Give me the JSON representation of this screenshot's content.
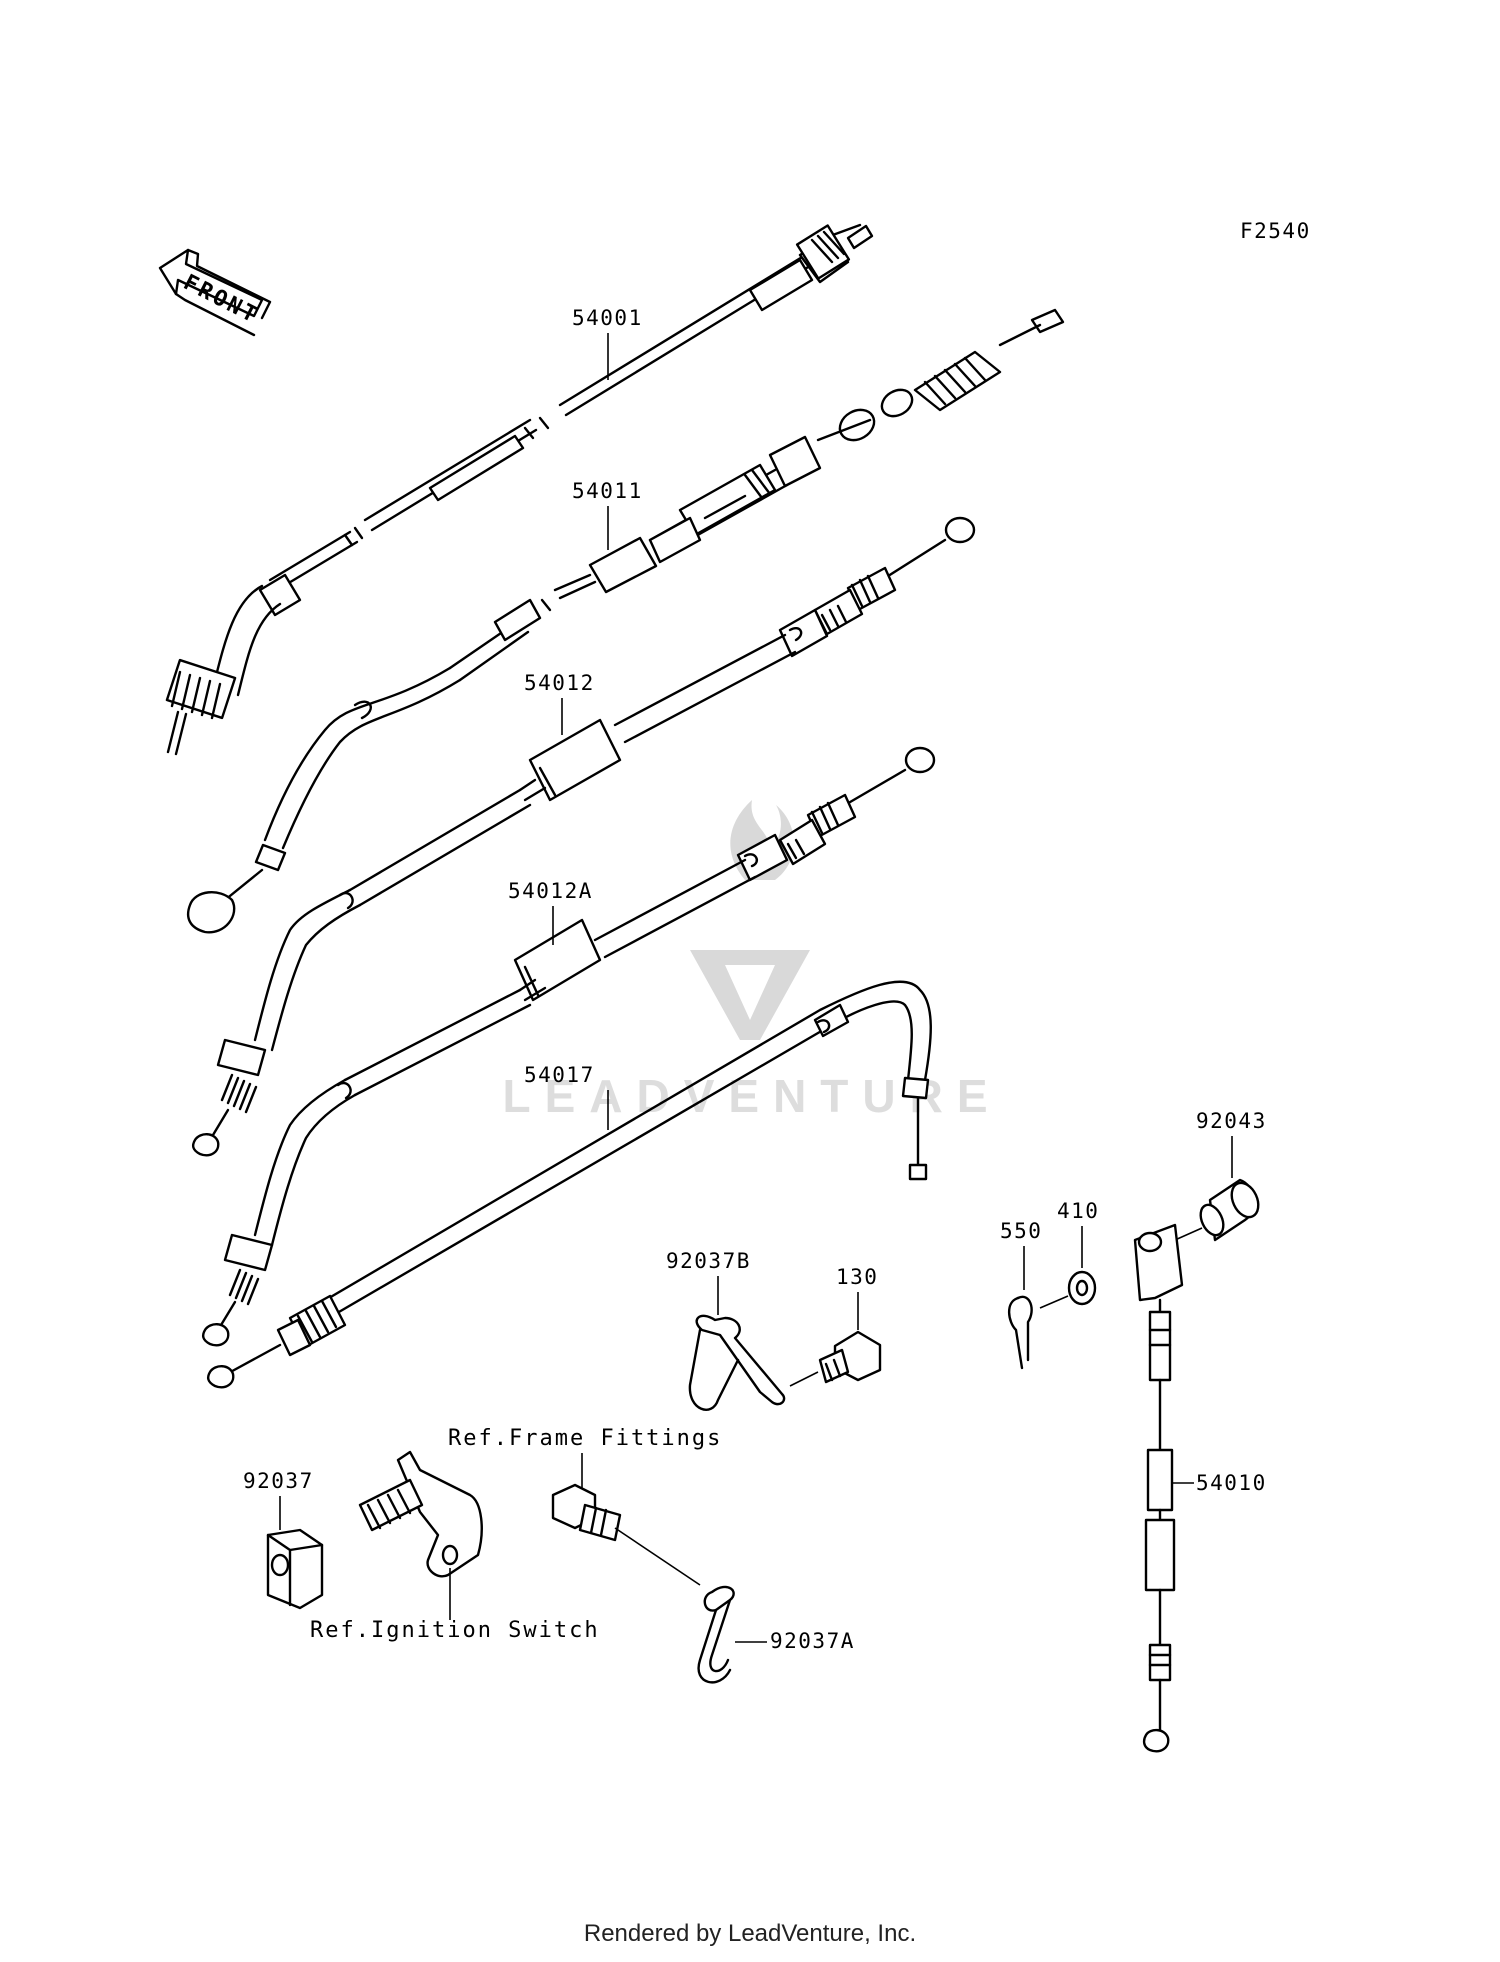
{
  "diagram": {
    "code": "F2540",
    "front_arrow": "FRONT",
    "watermark": "LEADVENTURE",
    "part_labels": {
      "p54001": "54001",
      "p54011": "54011",
      "p54012": "54012",
      "p54012A": "54012A",
      "p54017": "54017",
      "p92043": "92043",
      "p410": "410",
      "p550": "550",
      "p92037B": "92037B",
      "p130": "130",
      "p54010": "54010",
      "p92037": "92037",
      "p92037A": "92037A"
    },
    "ref_labels": {
      "frame_fittings": "Ref.Frame Fittings",
      "ignition_switch": "Ref.Ignition Switch"
    }
  },
  "footer": {
    "text": "Rendered by LeadVenture, Inc."
  },
  "colors": {
    "ink": "#000000",
    "watermark": "#d9d9d9",
    "background": "#ffffff"
  }
}
